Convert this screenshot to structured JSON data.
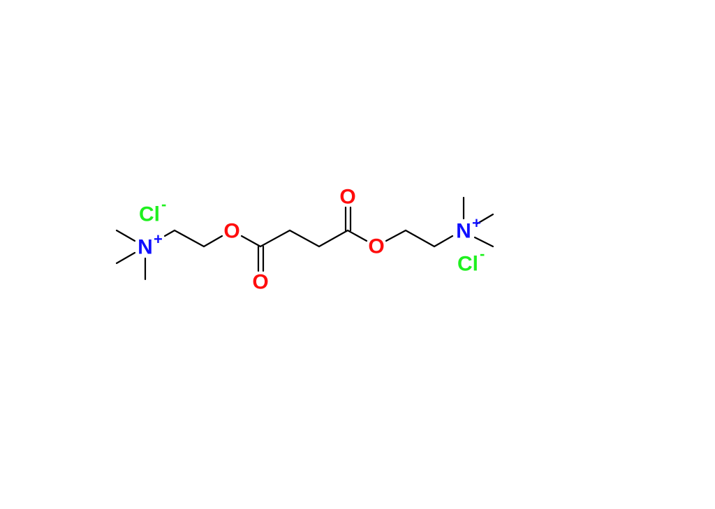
{
  "molecule": {
    "atoms": {
      "n_left": "N",
      "n_left_charge": "+",
      "n_right": "N",
      "n_right_charge": "+",
      "o_ester_left": "O",
      "o_carbonyl_left": "O",
      "o_ester_right": "O",
      "o_carbonyl_right": "O",
      "cl_left": "Cl",
      "cl_left_charge": "-",
      "cl_right": "Cl",
      "cl_right_charge": "-"
    },
    "colors": {
      "nitrogen": "#1010ff",
      "oxygen": "#ff0d0d",
      "chlorine": "#1ff01f",
      "bond": "#000000"
    }
  }
}
